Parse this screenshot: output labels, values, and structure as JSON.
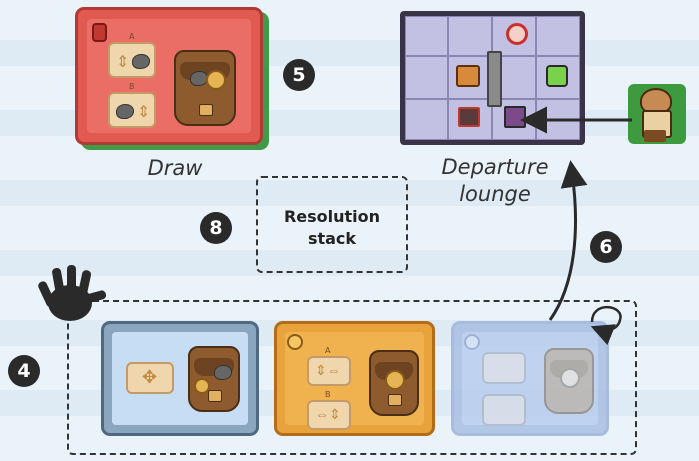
{
  "labels": {
    "draw": "Draw",
    "departure_line1": "Departure",
    "departure_line2": "lounge",
    "resolution_line1": "Resolution",
    "resolution_line2": "stack"
  },
  "card_labels": {
    "draw_a": "A",
    "draw_b": "B",
    "orange_a": "A",
    "orange_b": "B"
  },
  "badges": {
    "four": "4",
    "five": "5",
    "six": "6",
    "eight": "8"
  },
  "icons": {
    "hand": "hand-icon",
    "adventurer": "adventurer-icon",
    "curved_arrow": "curved-arrow-icon",
    "loop_arrow": "loop-arrow-icon"
  },
  "colors": {
    "draw_card": "#e05a52",
    "hand_card_blue": "#c6ddf3",
    "hand_card_orange": "#f0b24e",
    "hand_card_faded": "#b8cdef",
    "lounge_tile": "#c2c1e4",
    "badge": "#2a2a2a"
  }
}
